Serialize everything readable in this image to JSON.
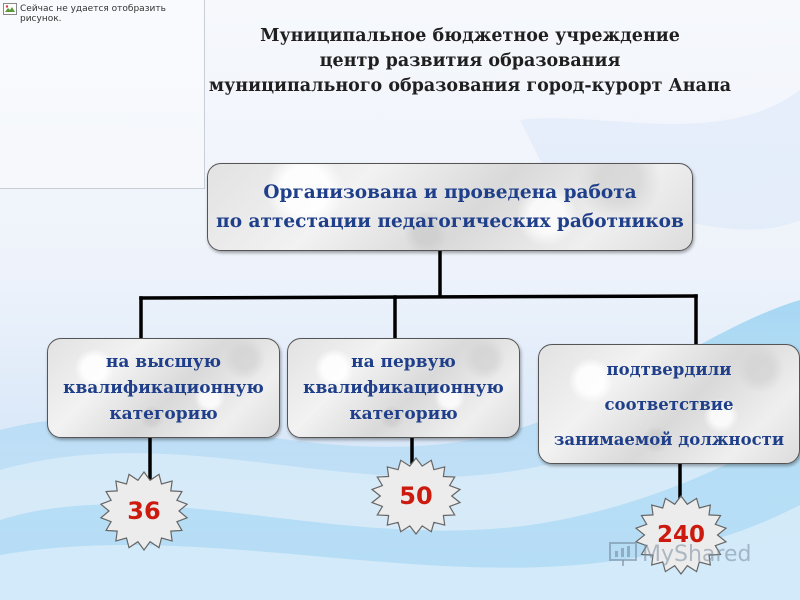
{
  "broken_image": {
    "text": "Сейчас не удается отобразить рисунок."
  },
  "title": {
    "line1": "Муниципальное бюджетное учреждение",
    "line2": "центр развития образования",
    "line3": "муниципального образования город-курорт Анапа"
  },
  "main_box": {
    "line1": "Организована и проведена работа",
    "line2": "по аттестации педагогических работников"
  },
  "categories": [
    {
      "lines": [
        "на высшую",
        "квалификационную",
        "категорию"
      ],
      "count": "36"
    },
    {
      "lines": [
        "на первую",
        "квалификационную",
        "категорию"
      ],
      "count": "50"
    },
    {
      "lines": [
        "подтвердили",
        "соответствие",
        "занимаемой должности"
      ],
      "count": "240"
    }
  ],
  "watermark": {
    "text": "MyShared"
  },
  "colors": {
    "box_text": "#1f3f8a",
    "count_text": "#cc1a0f",
    "burst_fill": "#ececec"
  }
}
